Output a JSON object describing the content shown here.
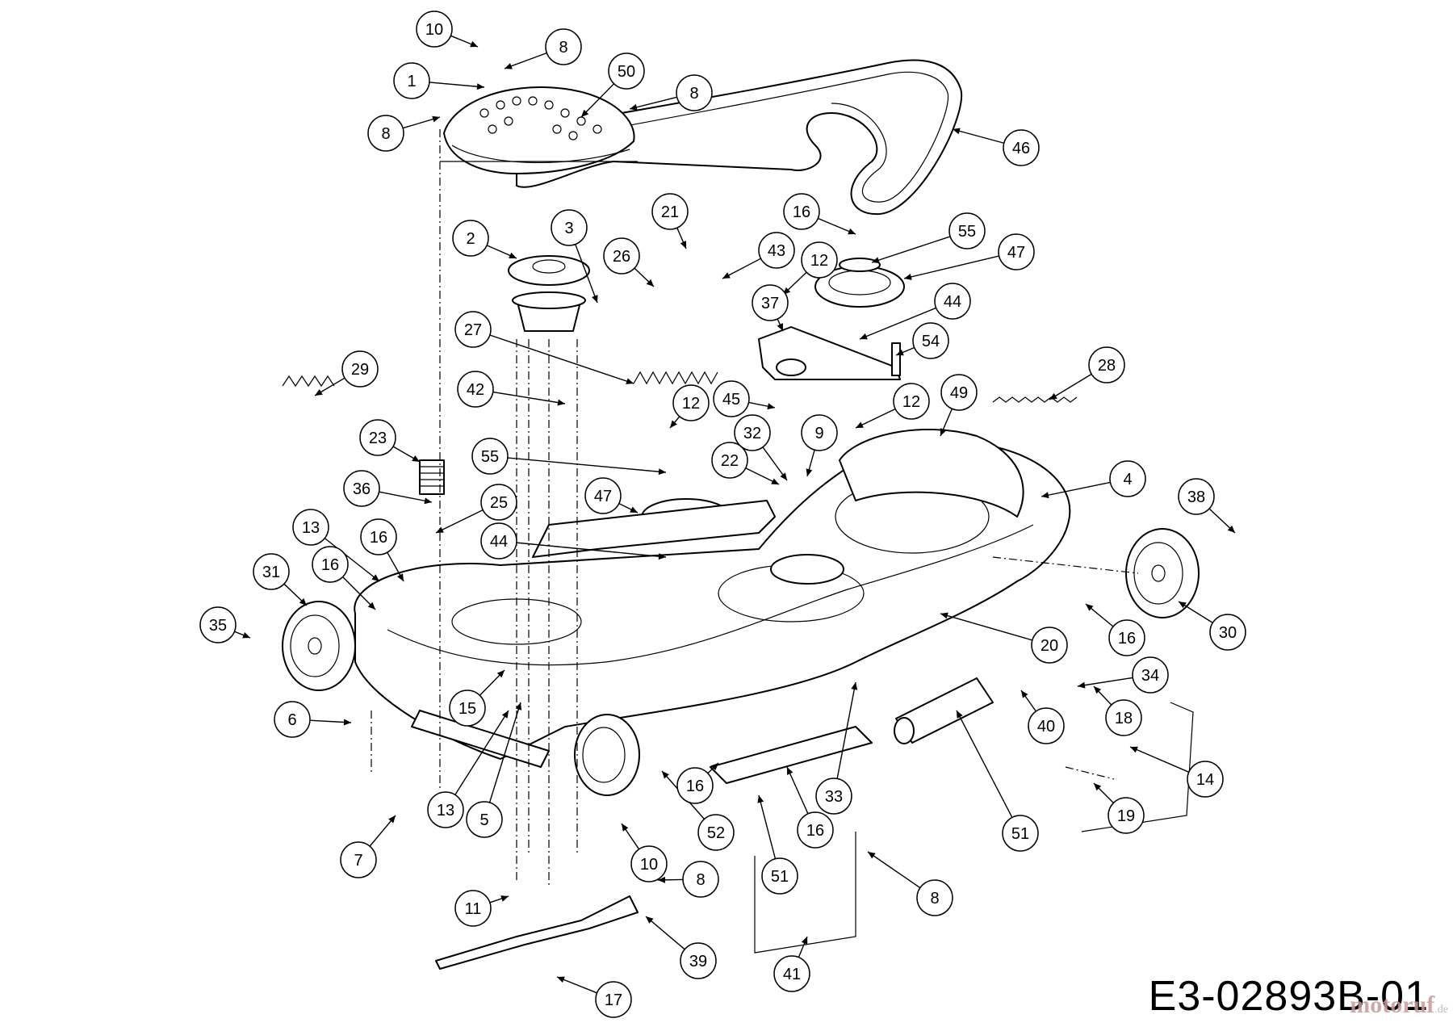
{
  "diagram_code": "E3-02893B-01",
  "watermark": "motoruf",
  "watermark_suffix": ".de",
  "callouts": [
    {
      "n": "10"
    },
    {
      "n": "8"
    },
    {
      "n": "1"
    },
    {
      "n": "50"
    },
    {
      "n": "8"
    },
    {
      "n": "8"
    },
    {
      "n": "46"
    },
    {
      "n": "16"
    },
    {
      "n": "55"
    },
    {
      "n": "47"
    },
    {
      "n": "12"
    },
    {
      "n": "44"
    },
    {
      "n": "54"
    },
    {
      "n": "2"
    },
    {
      "n": "3"
    },
    {
      "n": "21"
    },
    {
      "n": "26"
    },
    {
      "n": "43"
    },
    {
      "n": "37"
    },
    {
      "n": "27"
    },
    {
      "n": "29"
    },
    {
      "n": "42"
    },
    {
      "n": "12"
    },
    {
      "n": "45"
    },
    {
      "n": "12"
    },
    {
      "n": "49"
    },
    {
      "n": "28"
    },
    {
      "n": "23"
    },
    {
      "n": "55"
    },
    {
      "n": "32"
    },
    {
      "n": "9"
    },
    {
      "n": "22"
    },
    {
      "n": "4"
    },
    {
      "n": "38"
    },
    {
      "n": "36"
    },
    {
      "n": "47"
    },
    {
      "n": "25"
    },
    {
      "n": "13"
    },
    {
      "n": "16"
    },
    {
      "n": "44"
    },
    {
      "n": "31"
    },
    {
      "n": "16"
    },
    {
      "n": "35"
    },
    {
      "n": "20"
    },
    {
      "n": "16"
    },
    {
      "n": "30"
    },
    {
      "n": "34"
    },
    {
      "n": "15"
    },
    {
      "n": "18"
    },
    {
      "n": "6"
    },
    {
      "n": "40"
    },
    {
      "n": "14"
    },
    {
      "n": "16"
    },
    {
      "n": "33"
    },
    {
      "n": "13"
    },
    {
      "n": "5"
    },
    {
      "n": "52"
    },
    {
      "n": "16"
    },
    {
      "n": "51"
    },
    {
      "n": "19"
    },
    {
      "n": "7"
    },
    {
      "n": "10"
    },
    {
      "n": "51"
    },
    {
      "n": "8"
    },
    {
      "n": "8"
    },
    {
      "n": "11"
    },
    {
      "n": "39"
    },
    {
      "n": "41"
    },
    {
      "n": "17"
    }
  ]
}
